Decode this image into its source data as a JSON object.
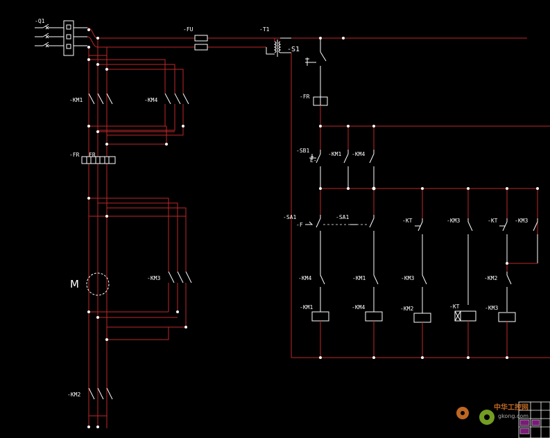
{
  "labels": {
    "q1": "-Q1",
    "fu": "-FU",
    "t1": "-T1",
    "s1": "-S1",
    "fr_ctrl": "-FR",
    "km1_power": "-KM1",
    "km4_power": "-KM4",
    "fr_power": "-FR",
    "fr_power2": "FR",
    "motor": "M",
    "km3_power": "-KM3",
    "km2_power": "-KM2",
    "sb1": "-SB1",
    "sb1_e": "E-",
    "km1_hold": "-KM1",
    "km4_hold": "-KM4",
    "sa1_a": "-SA1",
    "sa1_b": "-SA1",
    "sa1_f": "-F",
    "kt_contact": "-KT",
    "km3_contact": "-KM3",
    "kt_contact2": "-KT",
    "km3_contact2": "-KM3",
    "km4_interlock": "-KM4",
    "km1_interlock": "-KM1",
    "km3_interlock": "-KM3",
    "km2_interlock": "-KM2",
    "km1_coil": "-KM1",
    "km4_coil": "-KM4",
    "km2_coil": "-KM2",
    "kt_coil": "-KT",
    "km3_coil": "-KM3"
  },
  "watermark": {
    "cn": "中华工控网",
    "url": "gkong.com"
  },
  "colors": {
    "background": "#000000",
    "wire": "#c0282a",
    "symbol": "#ffffff",
    "title_block": "#7a1a7a"
  }
}
